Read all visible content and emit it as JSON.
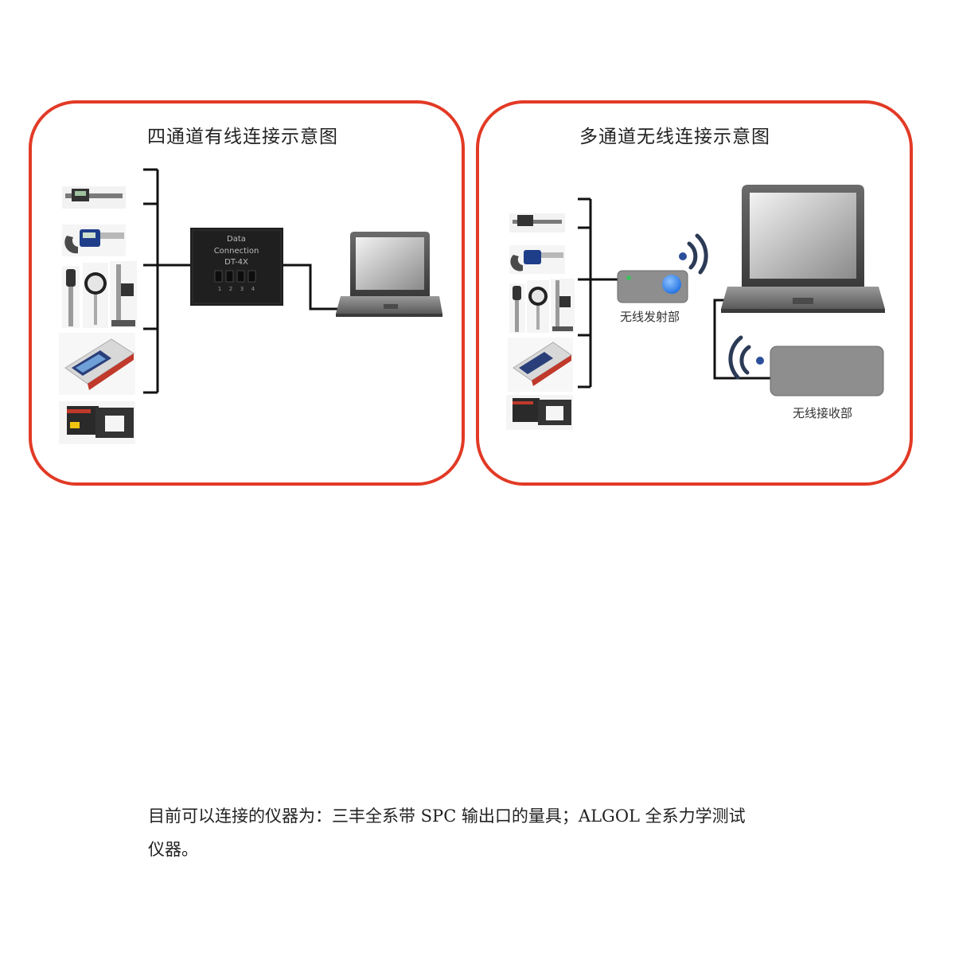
{
  "panels": {
    "wired": {
      "title": "四通道有线连接示意图",
      "hub": {
        "line1": "Data",
        "line2": "Connection",
        "line3": "DT-4X",
        "ports": [
          "1",
          "2",
          "3",
          "4"
        ]
      }
    },
    "wireless": {
      "title": "多通道无线连接示意图",
      "transmitter_label": "无线发射部",
      "receiver_label": "无线接收部"
    }
  },
  "footer": {
    "line1": "目前可以连接的仪器为：三丰全系带 SPC 输出口的量具；ALGOL 全系力学测试",
    "line2": "仪器。"
  },
  "colors": {
    "border": "#e23a26",
    "device_dark": "#1f1f1f",
    "device_gray": "#8e8e8e",
    "signal_blue": "#2b4f9a"
  }
}
